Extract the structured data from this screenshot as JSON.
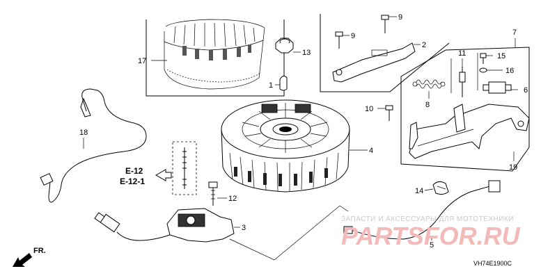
{
  "callouts": {
    "c1": "1",
    "c2": "2",
    "c3": "3",
    "c4": "4",
    "c5": "5",
    "c6": "6",
    "c7": "7",
    "c8": "8",
    "c9a": "9",
    "c9b": "9",
    "c10": "10",
    "c11": "11",
    "c12": "12",
    "c13": "13",
    "c14": "14",
    "c15": "15",
    "c16": "16",
    "c17": "17",
    "c18": "18",
    "c19": "19"
  },
  "references": {
    "ref1": "E-12",
    "ref2": "E-12-1"
  },
  "direction": {
    "label": "FR."
  },
  "diagram_code": "VH74E1900C",
  "watermark": {
    "tagline": "ЗАПАСТИ И АКСЕССУАРЫ ДЛЯ МОТОТЕХНИКИ",
    "brand": "PARTSFOR.RU"
  }
}
